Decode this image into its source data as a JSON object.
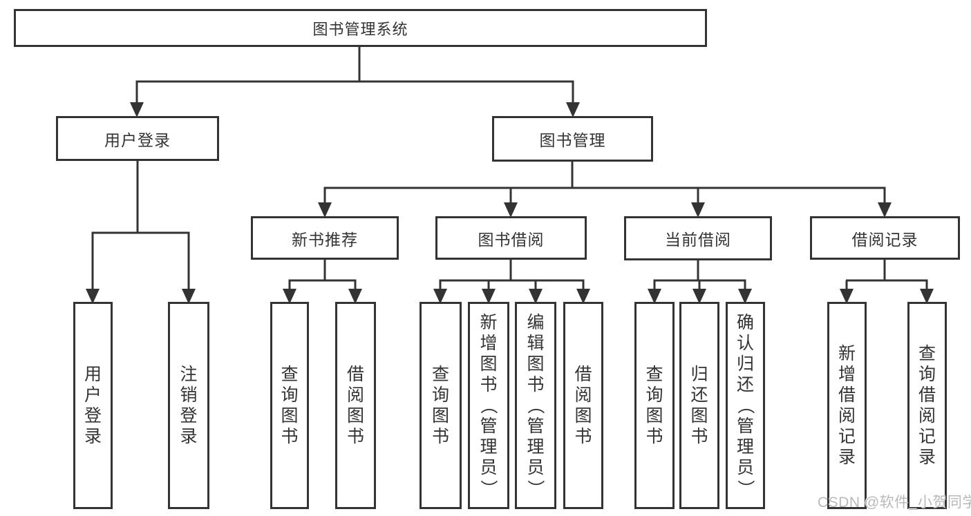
{
  "diagram": {
    "root": {
      "label": "图书管理系统"
    },
    "branches": [
      {
        "label": "用户登录",
        "children": [
          {
            "label": "用户登录"
          },
          {
            "label": "注销登录"
          }
        ]
      },
      {
        "label": "图书管理",
        "children": [
          {
            "label": "新书推荐",
            "children": [
              {
                "label": "查询图书"
              },
              {
                "label": "借阅图书"
              }
            ]
          },
          {
            "label": "图书借阅",
            "children": [
              {
                "label": "查询图书"
              },
              {
                "label": "新增图书（管理员）"
              },
              {
                "label": "编辑图书（管理员）"
              },
              {
                "label": "借阅图书"
              }
            ]
          },
          {
            "label": "当前借阅",
            "children": [
              {
                "label": "查询图书"
              },
              {
                "label": "归还图书"
              },
              {
                "label": "确认归还（管理员）"
              }
            ]
          },
          {
            "label": "借阅记录",
            "children": [
              {
                "label": "新增借阅记录"
              },
              {
                "label": "查询借阅记录"
              }
            ]
          }
        ]
      }
    ]
  },
  "watermark": {
    "text": "CSDN @软件_小贺同学"
  },
  "colors": {
    "background": "#ffffff",
    "box_border": "#333333",
    "connector": "#333333",
    "text": "#333333",
    "watermark": "#b9b9b9"
  }
}
